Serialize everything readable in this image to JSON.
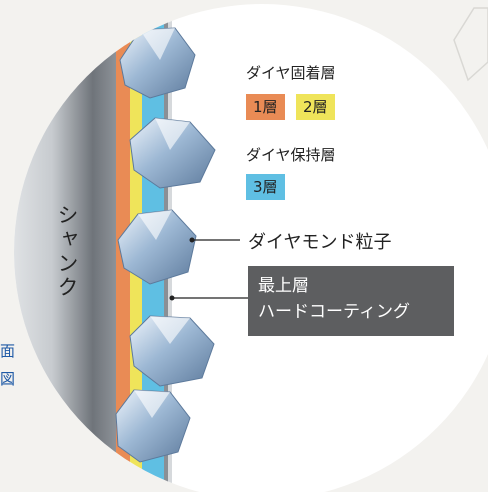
{
  "labels": {
    "diamond_fixing_layer": "ダイヤ固着層",
    "layer1": "1層",
    "layer2": "2層",
    "diamond_holding_layer": "ダイヤ保持層",
    "layer3": "3層",
    "diamond_particles": "ダイヤモンド粒子",
    "shank": "シャンク",
    "topcoat_line1": "最上層",
    "topcoat_line2": "ハードコーティング",
    "side_char1": "面",
    "side_char2": "図"
  },
  "colors": {
    "background": "#f3f2ef",
    "circle": "#ffffff",
    "shank": "#9aa0a6",
    "layer1": "#e98b55",
    "layer2": "#efe45a",
    "layer3": "#5fbfe3",
    "topcoat": "#5d5e60",
    "diamond": "#a9c4de",
    "side_text": "#1f5aa6"
  }
}
